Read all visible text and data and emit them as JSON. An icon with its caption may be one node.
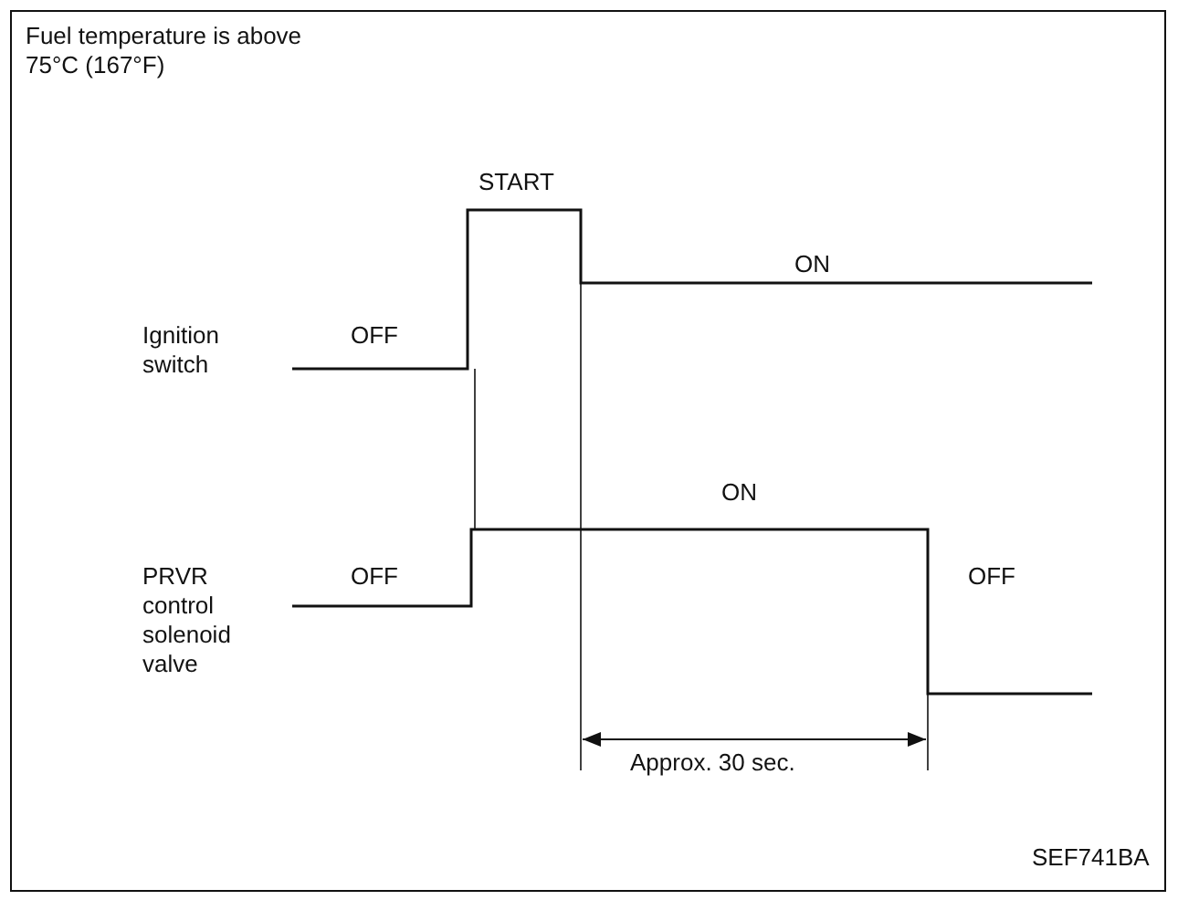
{
  "diagram": {
    "title": "Fuel temperature is above 75°C (167°F)",
    "labels": [
      "START",
      "ON",
      "OFF",
      "Ignition switch",
      "ON",
      "OFF",
      "PRVR control solenoid valve",
      "OFF",
      "Approx. 30 sec.",
      "SEF741BA"
    ]
  }
}
